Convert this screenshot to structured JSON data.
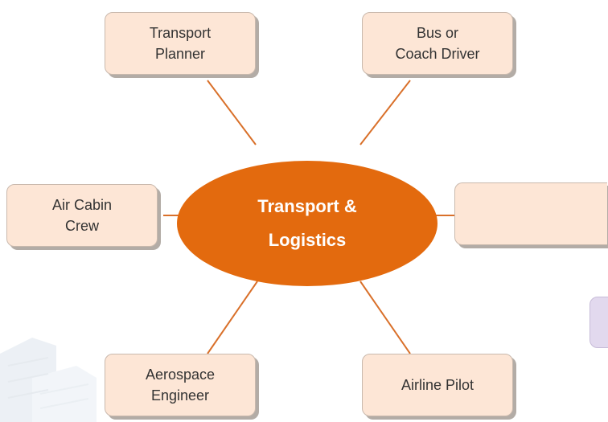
{
  "diagram": {
    "center": {
      "label": "Transport &\nLogistics",
      "fill": "#e36a0e"
    },
    "connector_color": "#d9702a",
    "box_fill": "#fde6d6",
    "nodes": [
      {
        "id": "transport-planner",
        "label": "Transport\nPlanner"
      },
      {
        "id": "bus-coach-driver",
        "label": "Bus or\nCoach Driver"
      },
      {
        "id": "air-cabin-crew",
        "label": "Air Cabin\nCrew"
      },
      {
        "id": "empty-node",
        "label": ""
      },
      {
        "id": "aerospace-engineer",
        "label": "Aerospace\nEngineer"
      },
      {
        "id": "airline-pilot",
        "label": "Airline Pilot"
      }
    ]
  }
}
